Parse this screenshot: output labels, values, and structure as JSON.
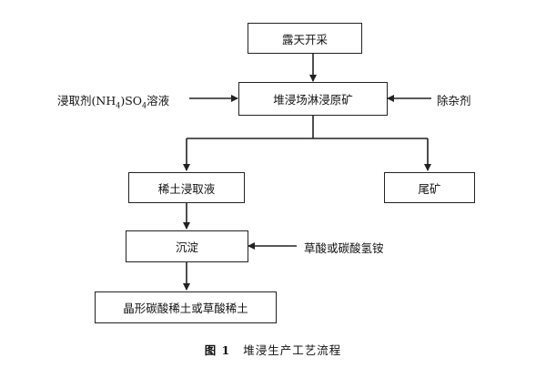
{
  "nodes": {
    "mining": "露天开采",
    "heap_leach": "堆浸场淋浸原矿",
    "re_leachate": "稀土浸取液",
    "tailings": "尾矿",
    "precipitation": "沉淀",
    "product": "晶形碳酸稀土或草酸稀土"
  },
  "inputs": {
    "leachant_pre": "浸取剂(NH",
    "leachant_sub1": "4",
    "leachant_mid": ")SO",
    "leachant_sub2": "4",
    "leachant_post": "溶液",
    "impurity_remover": "除杂剂",
    "precipitant": "草酸或碳酸氢铵"
  },
  "caption": {
    "number": "图 1",
    "text": "堆浸生产工艺流程"
  }
}
